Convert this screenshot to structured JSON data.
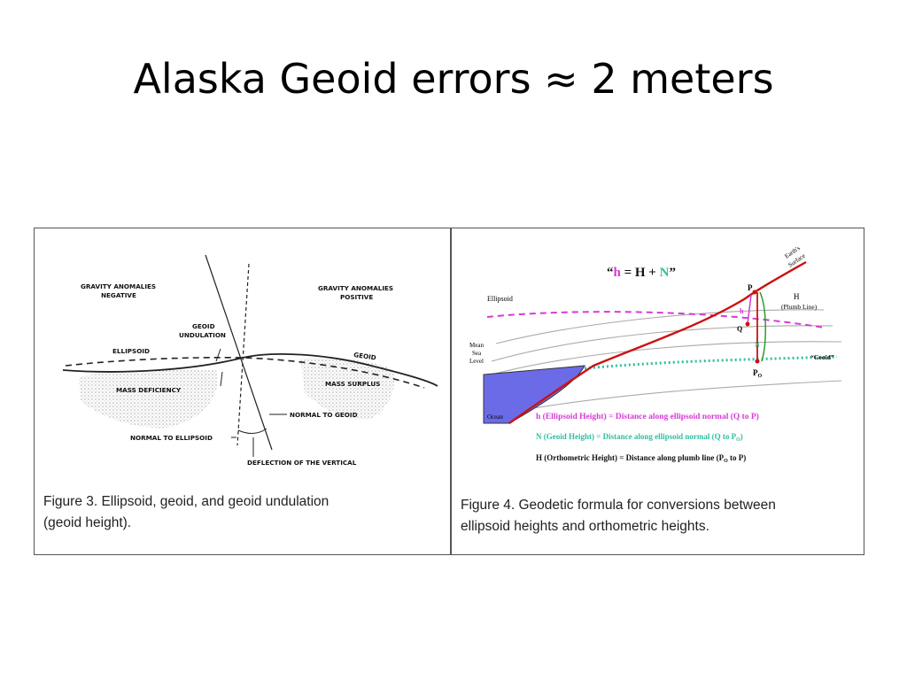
{
  "slide": {
    "title": "Alaska Geoid errors ≈ 2 meters"
  },
  "figure3": {
    "labels": {
      "gravity_negative_1": "GRAVITY ANOMALIES",
      "gravity_negative_2": "NEGATIVE",
      "gravity_positive_1": "GRAVITY ANOMALIES",
      "gravity_positive_2": "POSITIVE",
      "geoid_undulation_1": "GEOID",
      "geoid_undulation_2": "UNDULATION",
      "ellipsoid": "ELLIPSOID",
      "geoid": "GEOID",
      "mass_deficiency": "MASS DEFICIENCY",
      "mass_surplus": "MASS SURPLUS",
      "normal_to_geoid": "NORMAL TO GEOID",
      "normal_to_ellipsoid": "NORMAL TO ELLIPSOID",
      "deflection": "DEFLECTION OF THE VERTICAL"
    },
    "caption_line1": "Figure 3.  Ellipsoid,  geoid, and geoid undulation",
    "caption_line2": "(geoid height)."
  },
  "figure4": {
    "formula": {
      "open_quote": "“",
      "h": "h",
      "eq": " = H + ",
      "N": "N",
      "close_quote": "”"
    },
    "labels": {
      "ellipsoid": "Ellipsoid",
      "msl_1": "Mean",
      "msl_2": "Sea",
      "msl_3": "Level",
      "ocean": "Ocean",
      "earth_surface_1": "Earth's",
      "earth_surface_2": "Surface",
      "P": "P",
      "H": "H",
      "plumb_line": "(Plumb Line)",
      "h_small": "h",
      "Q": "Q",
      "N_small": "N",
      "Po": "P",
      "Po_sub": "O",
      "geoid": "“Geoid”"
    },
    "definitions": {
      "h_def": "h (Ellipsoid Height) = Distance along ellipsoid normal (Q to P)",
      "N_def_a": "N (Geoid Height) = Distance along ellipsoid normal (Q to P",
      "N_def_sub": "O",
      "N_def_b": ")",
      "H_def_a": "H (Orthometric Height) = Distance along plumb line (P",
      "H_def_sub": "O",
      "H_def_b": " to P)"
    },
    "colors": {
      "h": "#d63ad6",
      "N": "#2fbfa0",
      "surface": "#cc1111",
      "ocean": "#6b6be8"
    },
    "caption_line1": "Figure 4.  Geodetic formula for conversions between",
    "caption_line2": "ellipsoid heights and orthometric heights."
  }
}
